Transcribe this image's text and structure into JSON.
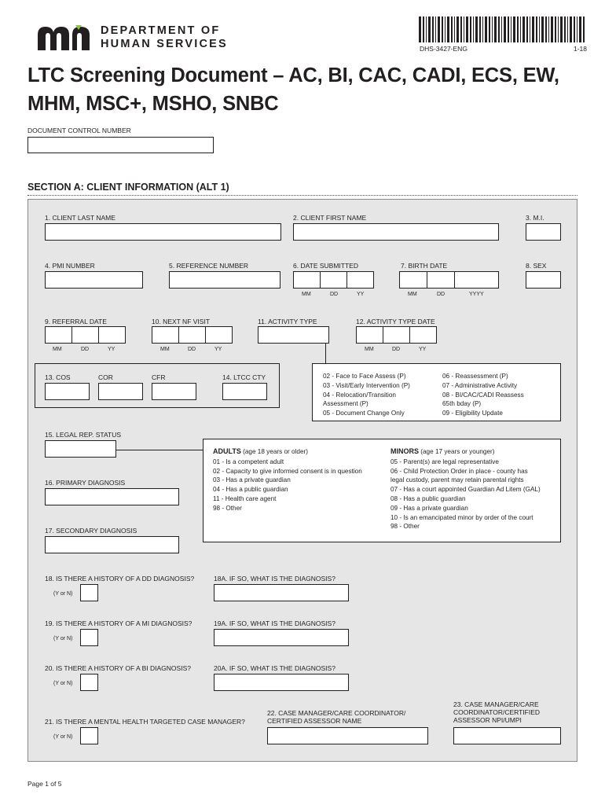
{
  "header": {
    "logo_text": "mn",
    "department_line1": "DEPARTMENT OF",
    "department_line2": "HUMAN SERVICES",
    "form_code": "DHS-3427-ENG",
    "form_date": "1-18"
  },
  "title_line1": "LTC Screening Document – AC, BI, CAC, CADI, ECS, EW,",
  "title_line2": "MHM, MSC+, MSHO, SNBC",
  "dcn_label": "DOCUMENT CONTROL NUMBER",
  "section_title": "SECTION A: CLIENT INFORMATION (ALT 1)",
  "fields": {
    "f1": "1. CLIENT LAST NAME",
    "f2": "2. CLIENT FIRST NAME",
    "f3": "3. M.I.",
    "f4": "4. PMI NUMBER",
    "f5": "5. REFERENCE NUMBER",
    "f6": "6. DATE SUBMITTED",
    "f7": "7. BIRTH DATE",
    "f8": "8. SEX",
    "f9": "9. REFERRAL DATE",
    "f10": "10. NEXT NF VISIT",
    "f11": "11. ACTIVITY TYPE",
    "f12": "12. ACTIVITY TYPE DATE",
    "f13": "13. COS",
    "cor": "COR",
    "cfr": "CFR",
    "f14": "14. LTCC CTY",
    "f15": "15. LEGAL REP. STATUS",
    "f16": "16. PRIMARY DIAGNOSIS",
    "f17": "17. SECONDARY DIAGNOSIS",
    "f18": "18. IS THERE A HISTORY OF A DD DIAGNOSIS?",
    "f18a": "18A. IF SO, WHAT IS THE DIAGNOSIS?",
    "f19": "19. IS THERE A HISTORY OF A MI DIAGNOSIS?",
    "f19a": "19A. IF SO, WHAT IS THE DIAGNOSIS?",
    "f20": "20. IS THERE A HISTORY OF A BI DIAGNOSIS?",
    "f20a": "20A. IF SO, WHAT IS THE DIAGNOSIS?",
    "f21": "21. IS THERE A MENTAL HEALTH TARGETED CASE MANAGER?",
    "f22_line1": "22. CASE MANAGER/CARE COORDINATOR/",
    "f22_line2": "CERTIFIED ASSESSOR NAME",
    "f23_line1": "23. CASE MANAGER/CARE",
    "f23_line2": "COORDINATOR/CERTIFIED",
    "f23_line3": "ASSESSOR NPI/UMPI",
    "yn": "(Y or N)"
  },
  "date_parts": {
    "mm": "MM",
    "dd": "DD",
    "yy": "YY",
    "yyyy": "YYYY"
  },
  "activity_codes_left": [
    "02  -  Face to Face Assess (P)",
    "03  -  Visit/Early Intervention (P)",
    "04  -  Relocation/Transition",
    "         Assessment (P)",
    "05  -  Document Change Only"
  ],
  "activity_codes_right": [
    "06  -  Reassessment (P)",
    "07  -  Administrative Activity",
    "08  -  BI/CAC/CADI Reassess",
    "         65th bday (P)",
    "09  -  Eligibility Update"
  ],
  "adults_title": "ADULTS",
  "adults_note": "(age 18 years or older)",
  "adults_codes": [
    "01  -  Is a competent adult",
    "02  -  Capacity to give informed consent is in question",
    "03  -  Has a private guardian",
    "04  -  Has a public guardian",
    "11  -  Health care agent",
    "98  -  Other"
  ],
  "minors_title": "MINORS",
  "minors_note": "(age 17 years or younger)",
  "minors_codes": [
    "05  -  Parent(s) are legal representative",
    "06  -  Child Protection Order in place - county has",
    "          legal custody, parent may retain parental rights",
    "07  -  Has a court appointed Guardian Ad Litem (GAL)",
    "08  -  Has a public guardian",
    "09  -  Has a private guardian",
    "10  -  Is an emancipated minor by order of the court",
    "98  -  Other"
  ],
  "footer": "Page 1 of 5"
}
